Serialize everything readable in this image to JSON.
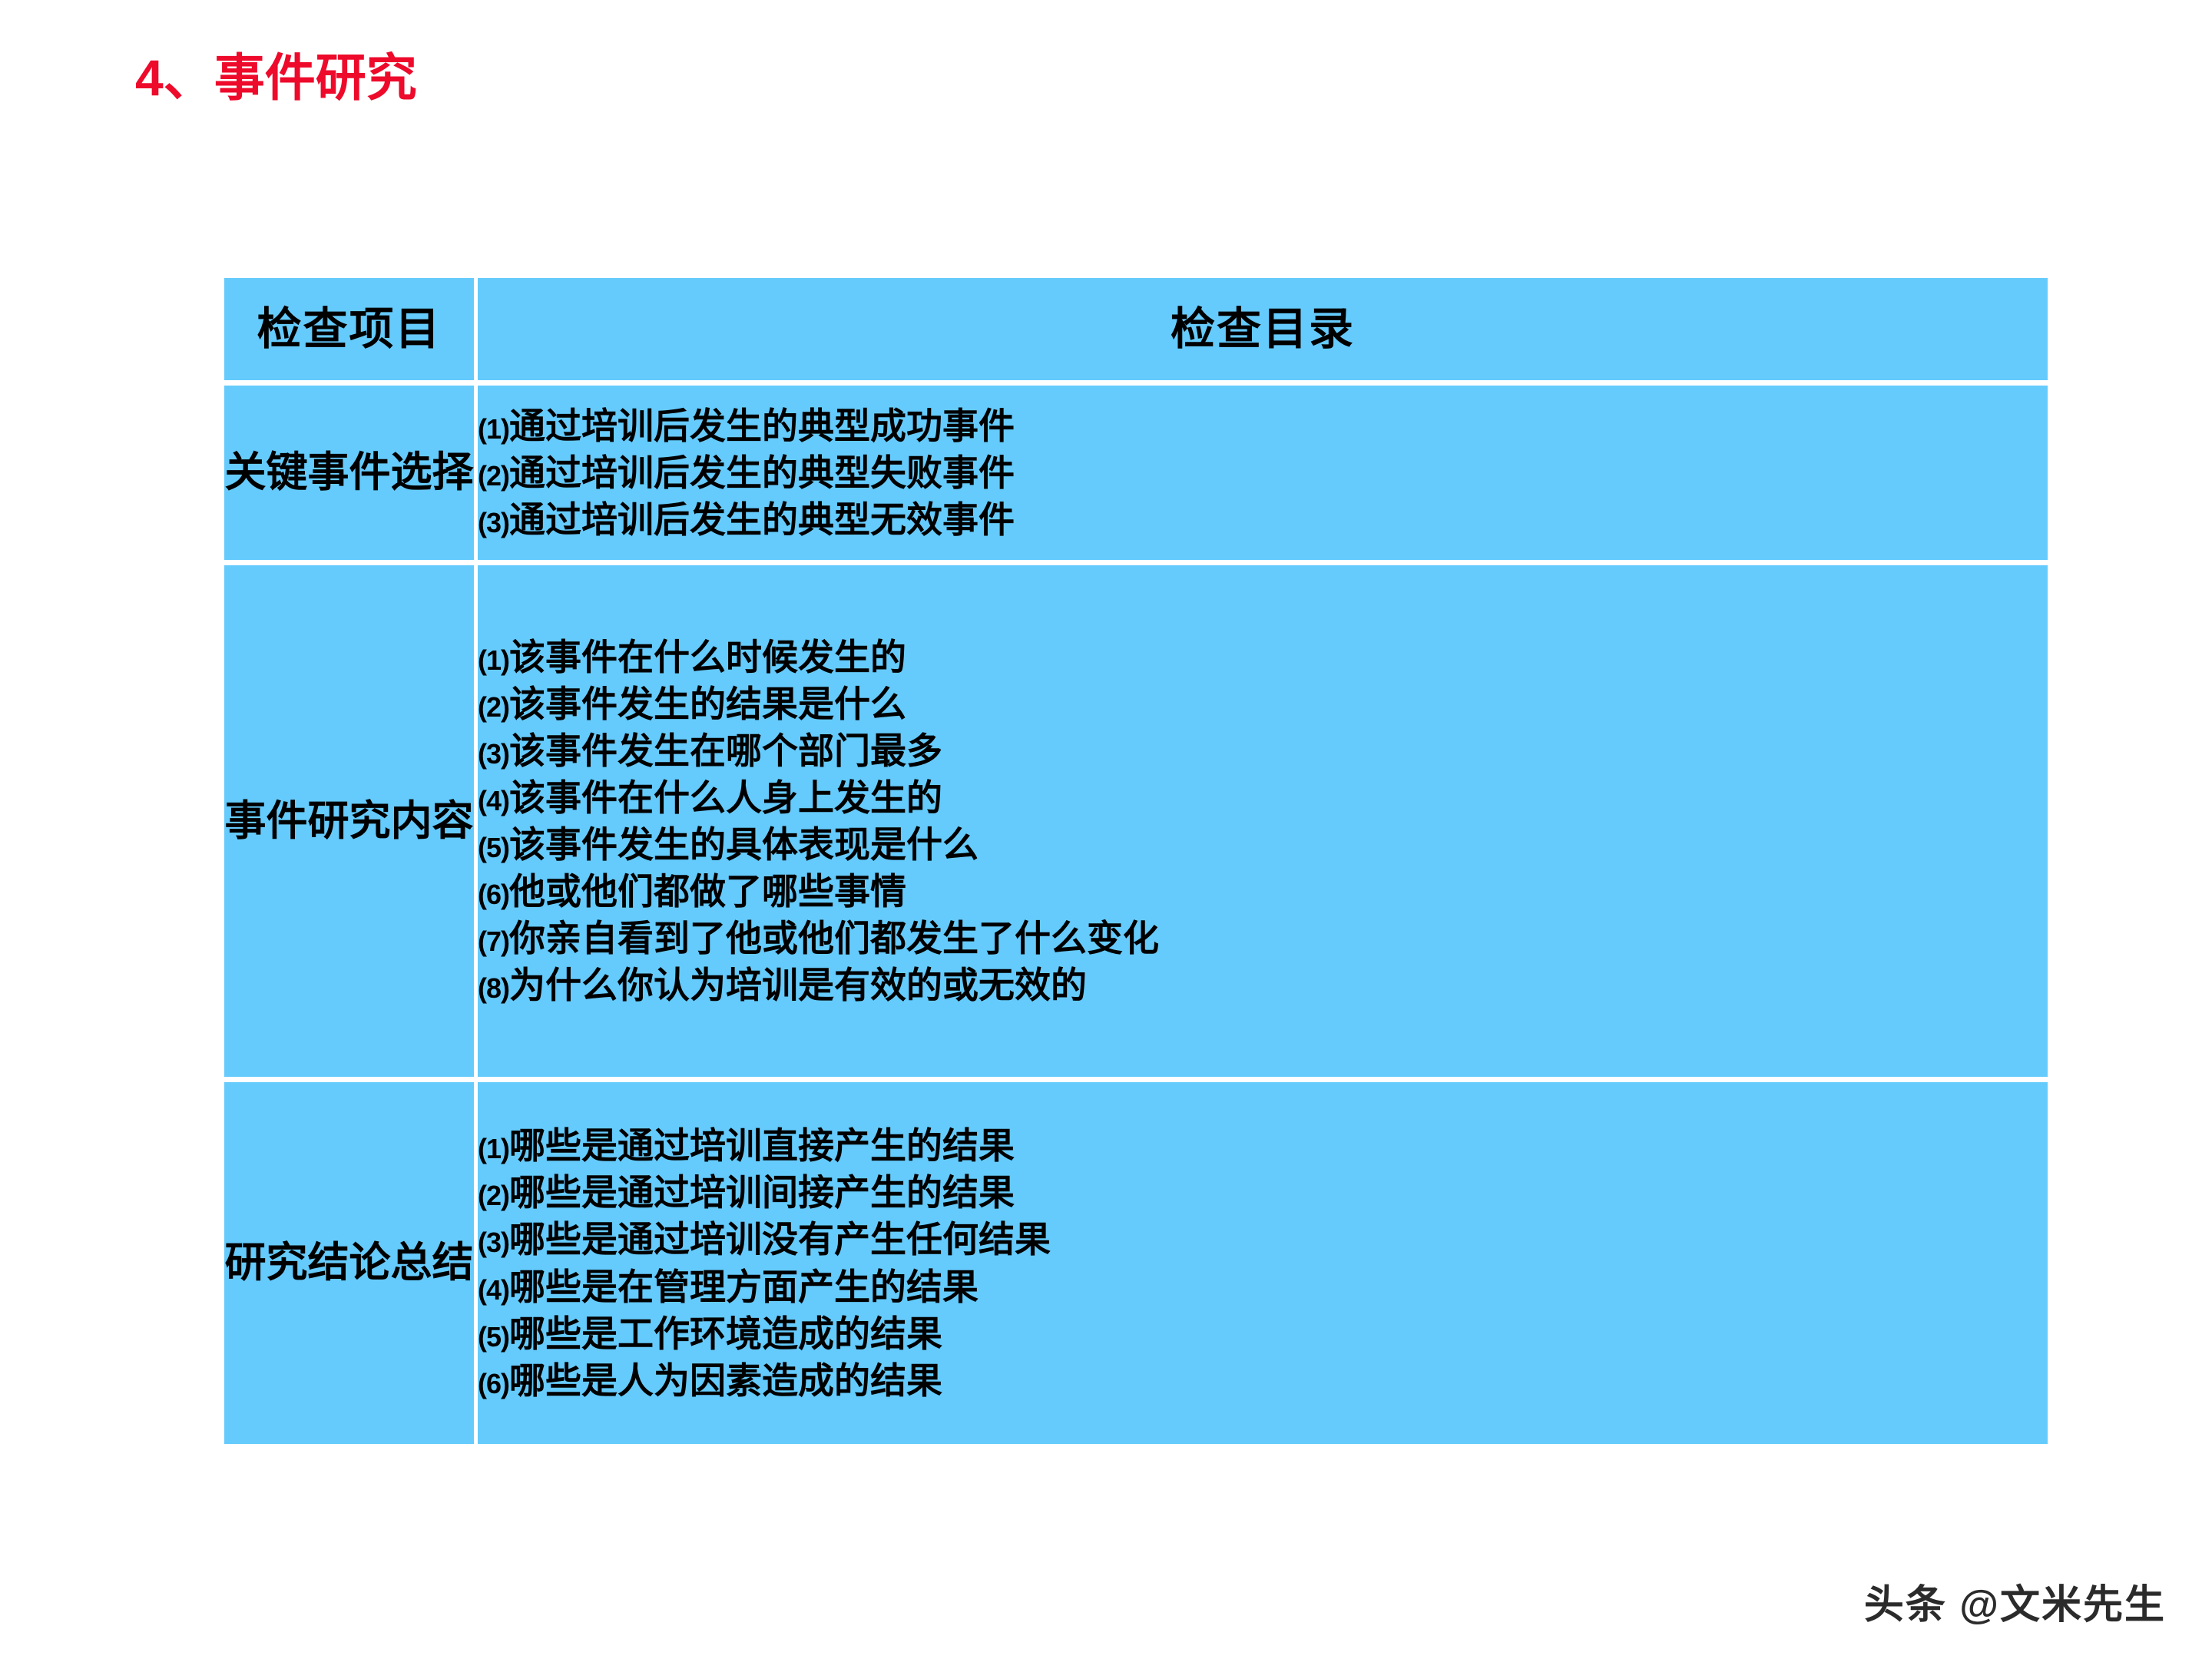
{
  "slide": {
    "title_number": "4、",
    "title_text": "事件研究",
    "title_color": "#ED0A2B",
    "background_color": "#FFFFFF"
  },
  "table": {
    "cell_color": "#65CBFC",
    "grid_color": "#FFFFFF",
    "text_color": "#000000",
    "headers": {
      "item": "检查项目",
      "list": "检查目录"
    },
    "rows": [
      {
        "item": "关键事件选择",
        "entries": [
          {
            "index": "(1)",
            "text": "通过培训后发生的典型成功事件"
          },
          {
            "index": "(2)",
            "text": "通过培训后发生的典型失败事件"
          },
          {
            "index": "(3)",
            "text": "通过培训后发生的典型无效事件"
          }
        ]
      },
      {
        "item": "事件研究内容",
        "entries": [
          {
            "index": "(1)",
            "text": "该事件在什么时候发生的"
          },
          {
            "index": "(2)",
            "text": "该事件发生的结果是什么"
          },
          {
            "index": "(3)",
            "text": "该事件发生在哪个部门最多"
          },
          {
            "index": "(4)",
            "text": "该事件在什么人身上发生的"
          },
          {
            "index": "(5)",
            "text": "该事件发生的具体表现是什么"
          },
          {
            "index": "(6)",
            "text": "他或他们都做了哪些事情"
          },
          {
            "index": "(7)",
            "text": "你亲自看到了他或他们都发生了什么变化"
          },
          {
            "index": "(8)",
            "text": "为什么你认为培训是有效的或无效的"
          }
        ]
      },
      {
        "item": "研究结论总结",
        "entries": [
          {
            "index": "(1)",
            "text": "哪些是通过培训直接产生的结果"
          },
          {
            "index": "(2)",
            "text": "哪些是通过培训间接产生的结果"
          },
          {
            "index": "(3)",
            "text": "哪些是通过培训没有产生任何结果"
          },
          {
            "index": "(4)",
            "text": "哪些是在管理方面产生的结果"
          },
          {
            "index": "(5)",
            "text": "哪些是工作环境造成的结果"
          },
          {
            "index": "(6)",
            "text": "哪些是人为因素造成的结果"
          }
        ]
      }
    ]
  },
  "watermark": {
    "text": "头条 @文米先生"
  }
}
